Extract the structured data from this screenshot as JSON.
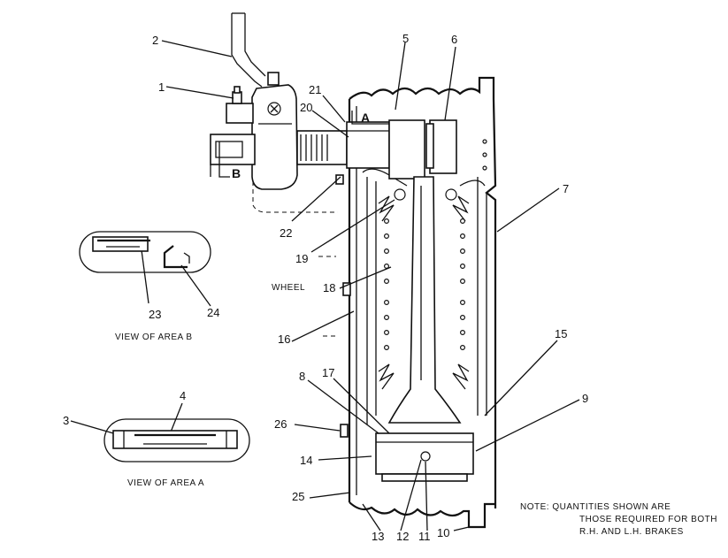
{
  "callouts": [
    "1",
    "2",
    "3",
    "4",
    "5",
    "6",
    "7",
    "8",
    "9",
    "10",
    "11",
    "12",
    "13",
    "14",
    "15",
    "16",
    "17",
    "18",
    "19",
    "20",
    "21",
    "22",
    "23",
    "24",
    "25",
    "26"
  ],
  "area_letters": {
    "a": "A",
    "b": "B"
  },
  "captions": {
    "view_area_b": "VIEW OF AREA B",
    "view_area_a": "VIEW OF AREA A",
    "wheel": "WHEEL"
  },
  "note": {
    "line1": "NOTE: QUANTITIES SHOWN ARE",
    "line2": "THOSE REQUIRED FOR BOTH",
    "line3": "R.H. AND L.H. BRAKES"
  },
  "colors": {
    "ink": "#111111",
    "paper": "#ffffff"
  }
}
